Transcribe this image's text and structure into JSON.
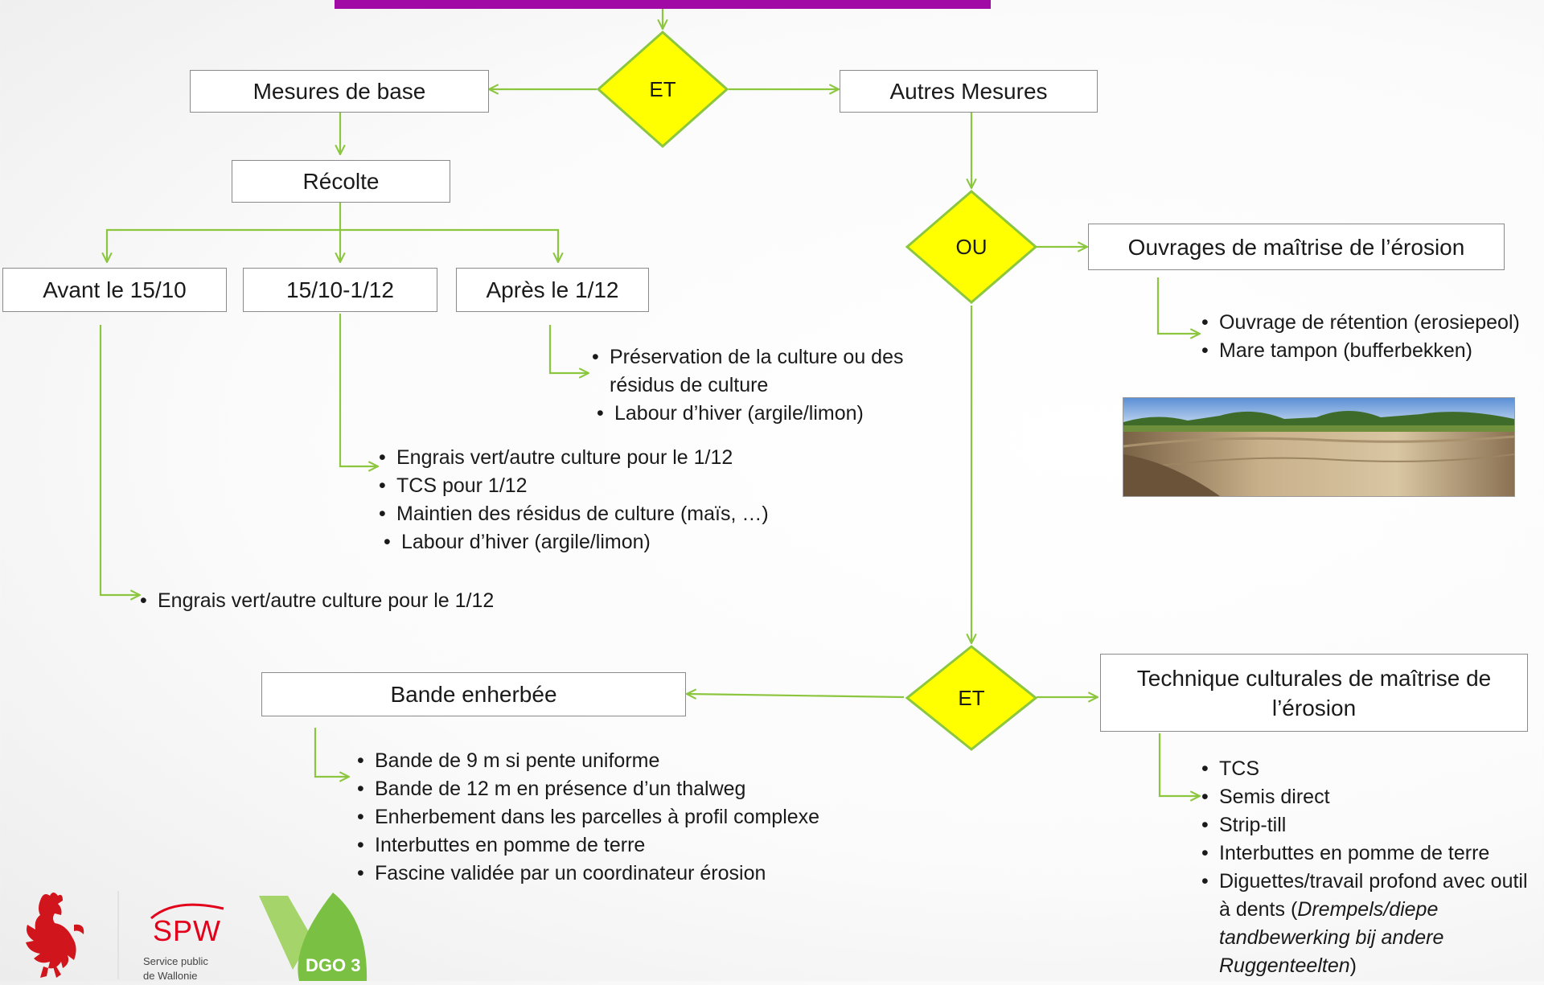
{
  "nodes": {
    "mesures_base": "Mesures de base",
    "et_top": "ET",
    "autres_mesures": "Autres Mesures",
    "recolte": "Récolte",
    "avant": "Avant le 15/10",
    "entre": "15/10-1/12",
    "apres": "Après le 1/12",
    "ou": "OU",
    "ouvrages": "Ouvrages de maîtrise de l’érosion",
    "et_bottom": "ET",
    "bande": "Bande enherbée",
    "technique": "Technique culturales de maîtrise de l’érosion"
  },
  "lists": {
    "apres": [
      "Préservation de la culture ou des résidus de culture",
      "Labour d’hiver (argile/limon)"
    ],
    "entre": [
      "Engrais vert/autre culture pour le 1/12",
      "TCS pour 1/12",
      "Maintien des résidus de culture (maïs, …)",
      "Labour d’hiver (argile/limon)"
    ],
    "avant": [
      "Engrais vert/autre culture pour le 1/12"
    ],
    "ouvrages": [
      "Ouvrage de rétention (erosiepeol)",
      "Mare tampon (bufferbekken)"
    ],
    "bande": [
      "Bande de 9 m si pente uniforme",
      "Bande de 12 m en présence d’un thalweg",
      "Enherbement dans les parcelles à profil complexe",
      "Interbuttes en pomme de terre",
      "Fascine validée par un coordinateur érosion"
    ],
    "technique": [
      "TCS",
      "Semis direct",
      "Strip-till",
      "Interbuttes en pomme de terre"
    ],
    "technique_last_prefix": "Diguettes/travail profond avec outil à dents (",
    "technique_last_italic": "Drempels/diepe tandbewerking bij andere Ruggenteelten",
    "technique_last_suffix": ")"
  },
  "logos": {
    "spw": "SPW",
    "spw_sub1": "Service public",
    "spw_sub2": "de Wallonie",
    "dgo": "DGO 3"
  },
  "colors": {
    "arrow": "#8cc63f",
    "diamond_fill": "#ffff00",
    "diamond_stroke": "#8cc63f",
    "top_bar": "#a10aa4",
    "rooster": "#d1151d",
    "spw_red": "#e2001a",
    "dgo_green": "#7ac143"
  }
}
